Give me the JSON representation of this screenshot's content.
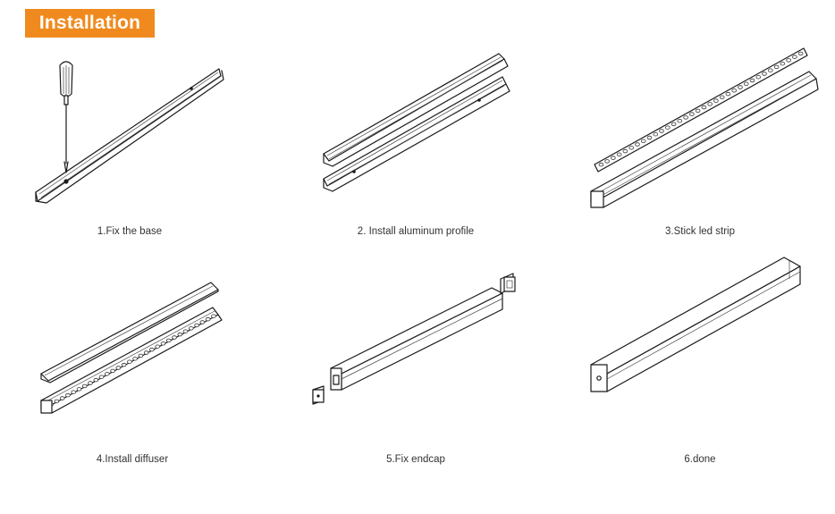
{
  "header": {
    "title": "Installation",
    "bg_color": "#f08a1e",
    "text_color": "#ffffff"
  },
  "steps": [
    {
      "caption": "1.Fix the base",
      "icon": "screwdriver-base-icon"
    },
    {
      "caption": "2. Install aluminum profile",
      "icon": "aluminum-profile-icon"
    },
    {
      "caption": "3.Stick led strip",
      "icon": "led-strip-icon"
    },
    {
      "caption": "4.Install diffuser",
      "icon": "diffuser-icon"
    },
    {
      "caption": "5.Fix endcap",
      "icon": "endcap-icon"
    },
    {
      "caption": "6.done",
      "icon": "finished-profile-icon"
    }
  ]
}
